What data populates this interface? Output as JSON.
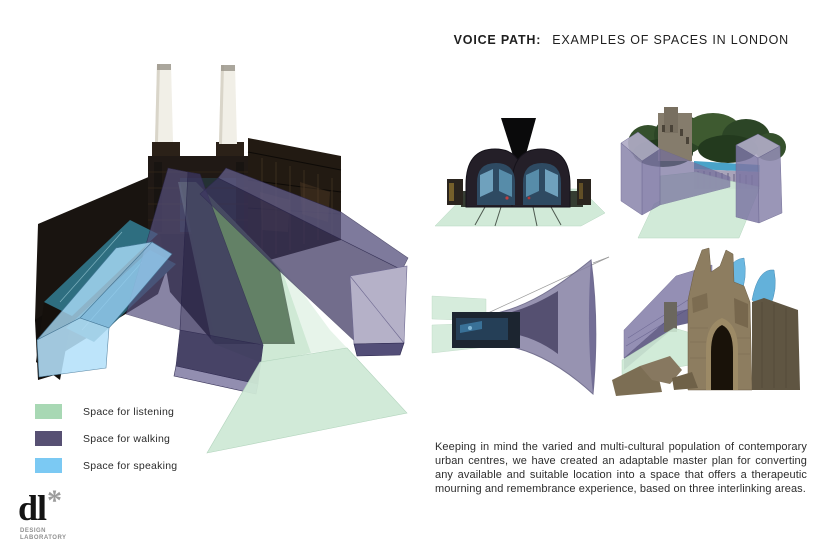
{
  "header": {
    "title_label": "VOICE PATH:",
    "title_text": "EXAMPLES OF SPACES IN LONDON"
  },
  "legend": {
    "items": [
      {
        "label": "Space for listening",
        "color": "#a8d8b4"
      },
      {
        "label": "Space for walking",
        "color": "#575073"
      },
      {
        "label": "Space for speaking",
        "color": "#7bc9f3"
      }
    ]
  },
  "description": {
    "text": "Keeping in mind the varied and multi-cultural population of contemporary urban centres, we have created an adaptable master plan for converting any available and suitable location into a space that offers a therapeutic mourning and remembrance experience, based on three interlinking areas."
  },
  "logo": {
    "mark": "dl",
    "asterisk": "*",
    "line1": "DESIGN",
    "line2": "LABORATORY"
  }
}
